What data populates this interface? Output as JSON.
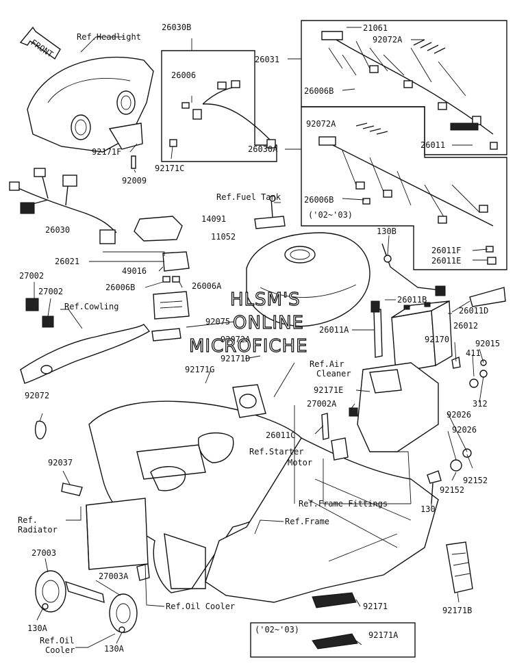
{
  "watermark": {
    "line1": "HLSM'S",
    "line2": "ONLINE",
    "line3": "MICROFICHE"
  },
  "front_arrow": "FRONT",
  "callouts": [
    {
      "id": "ref-headlight",
      "text": "Ref.Headlight"
    },
    {
      "id": "26030B",
      "text": "26030B"
    },
    {
      "id": "21061",
      "text": "21061"
    },
    {
      "id": "92072A-top",
      "text": "92072A"
    },
    {
      "id": "26031",
      "text": "26031"
    },
    {
      "id": "26006",
      "text": "26006"
    },
    {
      "id": "26006B-top",
      "text": "26006B"
    },
    {
      "id": "92072A-mid",
      "text": "92072A"
    },
    {
      "id": "26011",
      "text": "26011"
    },
    {
      "id": "92171F",
      "text": "92171F"
    },
    {
      "id": "92171C",
      "text": "92171C"
    },
    {
      "id": "26030A",
      "text": "26030A"
    },
    {
      "id": "92009",
      "text": "92009"
    },
    {
      "id": "ref-fuel-tank",
      "text": "Ref.Fuel Tank"
    },
    {
      "id": "26006B-mid",
      "text": "26006B"
    },
    {
      "id": "year-02-03-top",
      "text": "('02~'03)"
    },
    {
      "id": "26030",
      "text": "26030"
    },
    {
      "id": "14091",
      "text": "14091"
    },
    {
      "id": "11052",
      "text": "11052"
    },
    {
      "id": "130B",
      "text": "130B"
    },
    {
      "id": "26011F",
      "text": "26011F"
    },
    {
      "id": "26011E",
      "text": "26011E"
    },
    {
      "id": "26021",
      "text": "26021"
    },
    {
      "id": "49016",
      "text": "49016"
    },
    {
      "id": "27002-left",
      "text": "27002"
    },
    {
      "id": "27002-mid",
      "text": "27002"
    },
    {
      "id": "26006B-low",
      "text": "26006B"
    },
    {
      "id": "26006A",
      "text": "26006A"
    },
    {
      "id": "26011B",
      "text": "26011B"
    },
    {
      "id": "ref-cowling",
      "text": "Ref.Cowling"
    },
    {
      "id": "26011D",
      "text": "26011D"
    },
    {
      "id": "92075",
      "text": "92075"
    },
    {
      "id": "26012",
      "text": "26012"
    },
    {
      "id": "92072A-low",
      "text": "92072A"
    },
    {
      "id": "26011A",
      "text": "26011A"
    },
    {
      "id": "92170",
      "text": "92170"
    },
    {
      "id": "92015",
      "text": "92015"
    },
    {
      "id": "92171D",
      "text": "92171D"
    },
    {
      "id": "411",
      "text": "411"
    },
    {
      "id": "ref-air-cleaner-1",
      "text": "Ref.Air"
    },
    {
      "id": "ref-air-cleaner-2",
      "text": "Cleaner"
    },
    {
      "id": "92171G",
      "text": "92171G"
    },
    {
      "id": "92171E",
      "text": "92171E"
    },
    {
      "id": "312",
      "text": "312"
    },
    {
      "id": "92072",
      "text": "92072"
    },
    {
      "id": "27002A",
      "text": "27002A"
    },
    {
      "id": "92026-a",
      "text": "92026"
    },
    {
      "id": "92026-b",
      "text": "92026"
    },
    {
      "id": "26011C",
      "text": "26011C"
    },
    {
      "id": "ref-starter-1",
      "text": "Ref.Starter"
    },
    {
      "id": "ref-starter-2",
      "text": "Motor"
    },
    {
      "id": "92037",
      "text": "92037"
    },
    {
      "id": "92152-a",
      "text": "92152"
    },
    {
      "id": "92152-b",
      "text": "92152"
    },
    {
      "id": "ref-frame-fittings",
      "text": "Ref.Frame Fittings"
    },
    {
      "id": "130",
      "text": "130"
    },
    {
      "id": "ref-radiator-1",
      "text": "Ref."
    },
    {
      "id": "ref-radiator-2",
      "text": "Radiator"
    },
    {
      "id": "ref-frame",
      "text": "Ref.Frame"
    },
    {
      "id": "27003",
      "text": "27003"
    },
    {
      "id": "27003A",
      "text": "27003A"
    },
    {
      "id": "ref-oil-cooler",
      "text": "Ref.Oil Cooler"
    },
    {
      "id": "92171",
      "text": "92171"
    },
    {
      "id": "92171B",
      "text": "92171B"
    },
    {
      "id": "130A-a",
      "text": "130A"
    },
    {
      "id": "ref-oil-cooler2-1",
      "text": "Ref.Oil"
    },
    {
      "id": "ref-oil-cooler2-2",
      "text": "Cooler"
    },
    {
      "id": "130A-b",
      "text": "130A"
    },
    {
      "id": "year-02-03-bottom",
      "text": "('02~'03)"
    },
    {
      "id": "92171A",
      "text": "92171A"
    }
  ]
}
